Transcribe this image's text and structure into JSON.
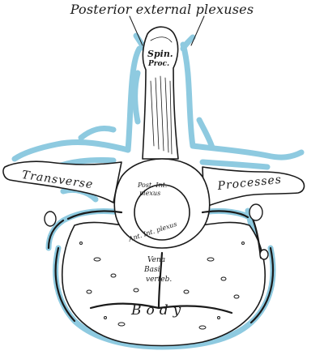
{
  "labels": {
    "title": "Posterior external plexuses",
    "spin_line1": "Spin.",
    "spin_line2": "Proc.",
    "transverse": "Transverse",
    "processes": "Processes",
    "post_int_line1": "Post. Int.",
    "post_int_line2": "plexus",
    "ant_int": "Ant. Int. plexus",
    "vena_line1": "Vena",
    "vena_line2": "Basi",
    "vena_line3": "verteb.",
    "body": "Body"
  },
  "colors": {
    "vein_blue": "#8ecae0",
    "ink": "#1a1a1a",
    "bone": "#ffffff"
  }
}
